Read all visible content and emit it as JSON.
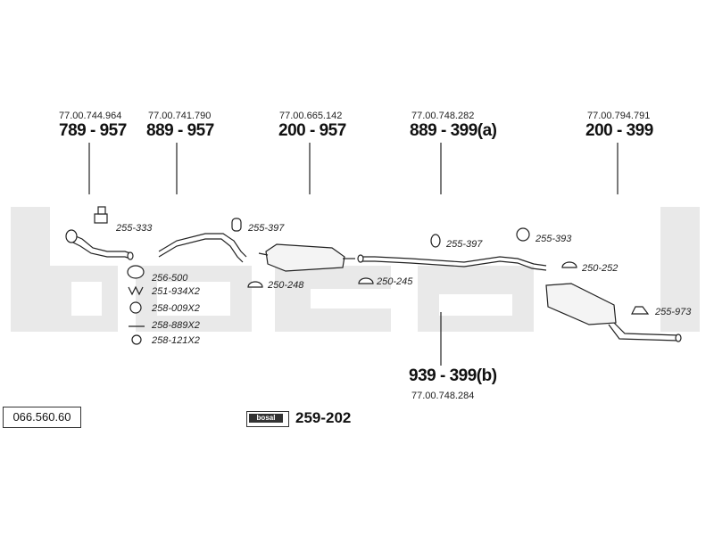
{
  "watermark": "bosal",
  "groups": [
    {
      "oem": "77.00.744.964",
      "part": "789 - 957"
    },
    {
      "oem": "77.00.741.790",
      "part": "889 - 957"
    },
    {
      "oem": "77.00.665.142",
      "part": "200 - 957"
    },
    {
      "oem": "77.00.748.282",
      "part": "889 - 399(a)"
    },
    {
      "oem": "77.00.794.791",
      "part": "200 - 399"
    },
    {
      "oem": "77.00.748.284",
      "part": "939 - 399(b)"
    }
  ],
  "fittings": [
    "255-333",
    "256-500",
    "251-934X2",
    "258-009X2",
    "258-889X2",
    "258-121X2",
    "255-397",
    "250-248",
    "255-397",
    "250-245",
    "255-393",
    "250-252",
    "255-973"
  ],
  "catalog_number": "066.560.60",
  "kit": {
    "brand": "bosal",
    "number": "259-202"
  }
}
